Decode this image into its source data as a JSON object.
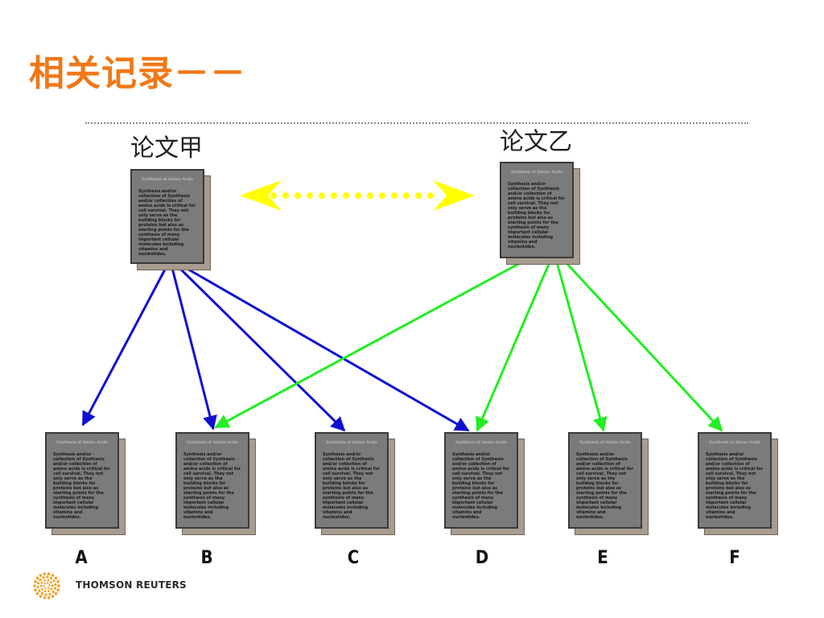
{
  "title": "相关记录－－",
  "papers": {
    "jia": {
      "label": "论文甲",
      "doc_title": "Synthesis of Amino Acids"
    },
    "yi": {
      "label": "论文乙",
      "doc_title": "Synthesis of Amino Acids"
    }
  },
  "doc_body": "Synthesis and/or collection of Synthesis and/or collection of amino acids is critical for cell survival. They not only serve as the building blocks for proteins but also as starting points for the synthesis of many important cellular molecules including vitamins and nucleotides.",
  "cited": [
    {
      "label": "A",
      "doc_title": "Synthesis of Amino Acids"
    },
    {
      "label": "B",
      "doc_title": "Synthesis of Amino Acids"
    },
    {
      "label": "C",
      "doc_title": "Synthesis of Amino Acids"
    },
    {
      "label": "D",
      "doc_title": "Synthesis of Amino Acids"
    },
    {
      "label": "E",
      "doc_title": "Synthesis of Amino Acids"
    },
    {
      "label": "F",
      "doc_title": "Synthesis of Amino Acids"
    }
  ],
  "links": {
    "jia_cites": [
      "A",
      "B",
      "C",
      "D"
    ],
    "yi_cites": [
      "B",
      "D",
      "E",
      "F"
    ],
    "related_color": "#ffff00",
    "jia_color": "#1010d0",
    "yi_color": "#22ee22"
  },
  "brand": {
    "name": "THOMSON REUTERS",
    "color": "#f0a020"
  }
}
